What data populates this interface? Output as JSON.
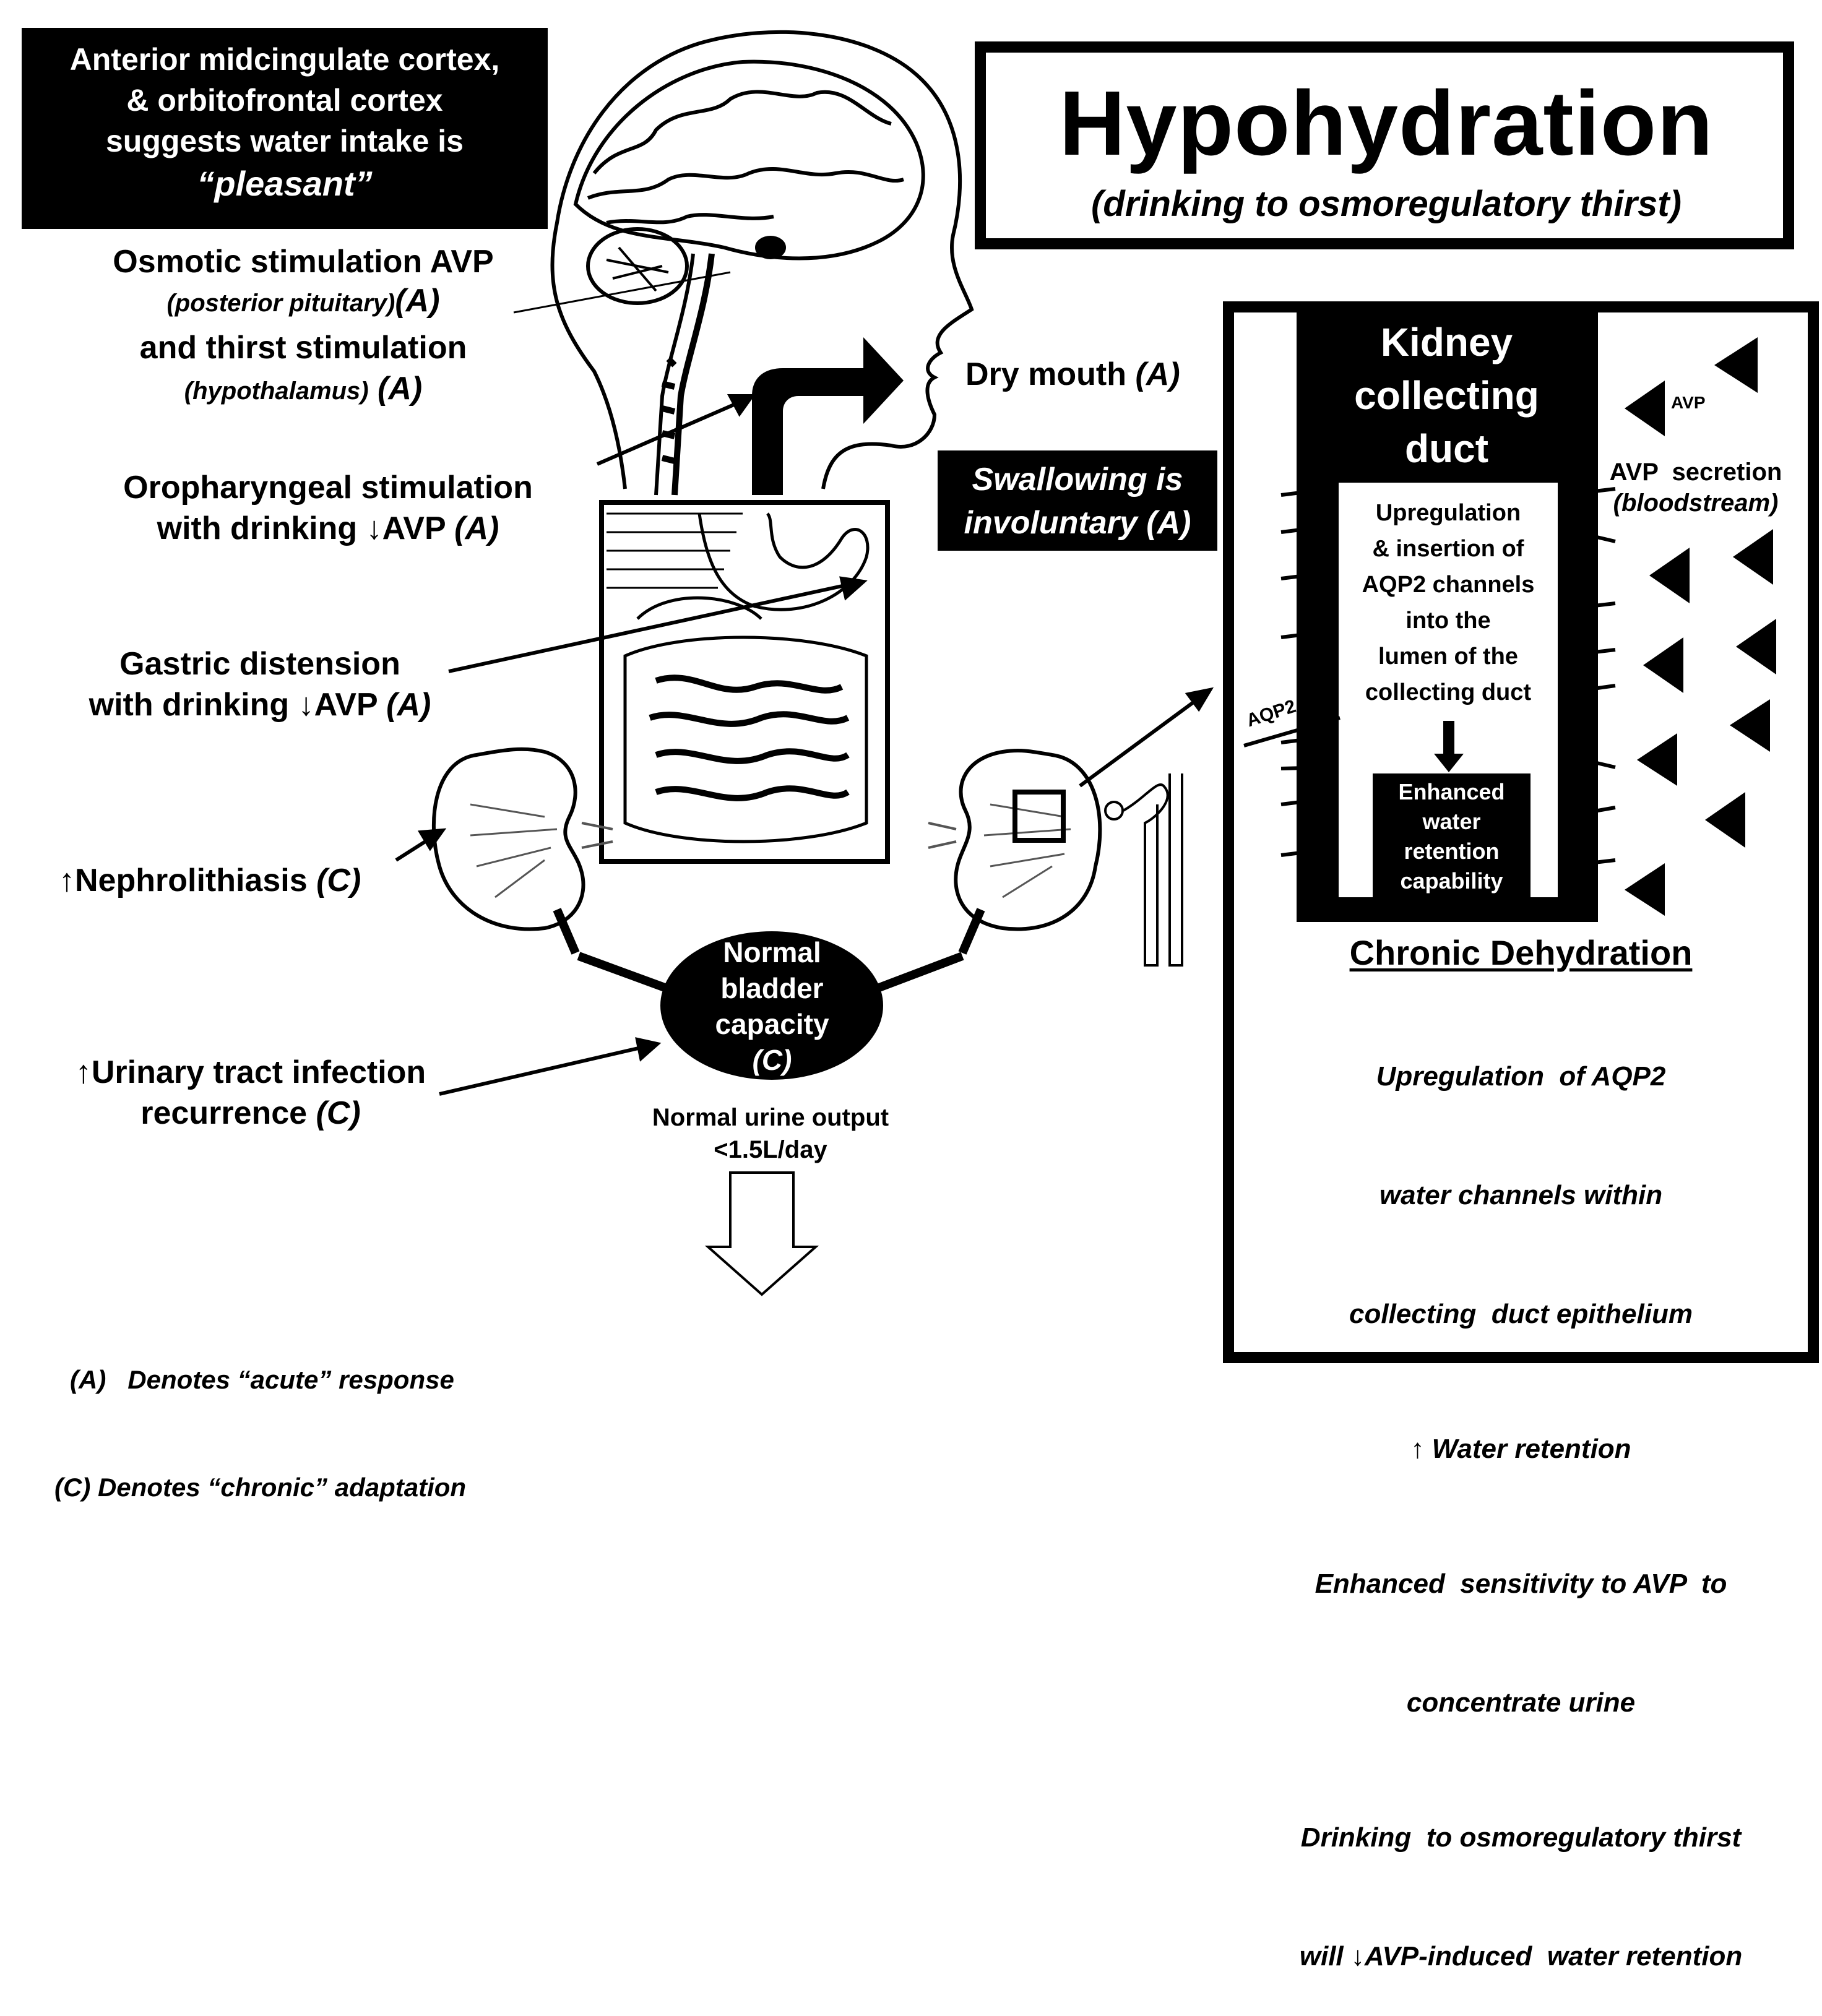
{
  "cortex_box": {
    "line1": "Anterior midcingulate cortex,",
    "line2": "& orbitofrontal cortex",
    "line3": "suggests water intake is",
    "line4": "“pleasant”"
  },
  "title_box": {
    "title": "Hypohydration",
    "subtitle": "(drinking to osmoregulatory thirst)"
  },
  "osmotic": {
    "line1": "Osmotic stimulation AVP",
    "line2_a": "(posterior pituitary)",
    "line2_b": "(A)",
    "line3": "and thirst stimulation",
    "line4_a": "(hypothalamus)",
    "line4_b": " (A)"
  },
  "dry_mouth": {
    "text": "Dry mouth ",
    "tag": "(A)"
  },
  "oropharyngeal": {
    "line1": "Oropharyngeal stimulation",
    "line2": "with drinking ↓AVP ",
    "tag": "(A)"
  },
  "swallowing": {
    "line1": "Swallowing is",
    "line2": "involuntary (A)"
  },
  "gastric": {
    "line1": "Gastric distension",
    "line2": "with drinking ↓AVP ",
    "tag": "(A)"
  },
  "nephro": {
    "text": "↑Nephrolithiasis ",
    "tag": "(C)"
  },
  "uti": {
    "line1": "↑Urinary tract infection",
    "line2": "recurrence ",
    "tag": "(C)"
  },
  "bladder": {
    "line1": "Normal",
    "line2": "bladder",
    "line3": "capacity",
    "line4": "(C)"
  },
  "urine": {
    "line1": "Normal urine output",
    "line2": "<1.5L/day"
  },
  "legend": {
    "line1": "(A)   Denotes “acute” response",
    "line2": "(C) Denotes “chronic” adaptation"
  },
  "kidney_duct": {
    "title1": "Kidney",
    "title2": "collecting",
    "title3": "duct",
    "upreg": [
      "Upregulation",
      "& insertion of",
      "AQP2 channels",
      "into the",
      "lumen of the",
      "collecting duct"
    ],
    "enhanced": [
      "Enhanced",
      "water",
      "retention",
      "capability"
    ],
    "aqp2": "AQP2",
    "avp": "AVP",
    "avp_secretion": "AVP  secretion",
    "bloodstream": "(bloodstream)"
  },
  "chronic": {
    "title": "Chronic Dehydration",
    "line1": "Upregulation  of AQP2",
    "line2": "water channels within",
    "line3": "collecting  duct epithelium",
    "line4": "↑ Water retention",
    "line5": "Enhanced  sensitivity to AVP  to",
    "line6": "concentrate urine",
    "line7": "Drinking  to osmoregulatory thirst",
    "line8": "will ↓AVP-induced  water retention"
  }
}
